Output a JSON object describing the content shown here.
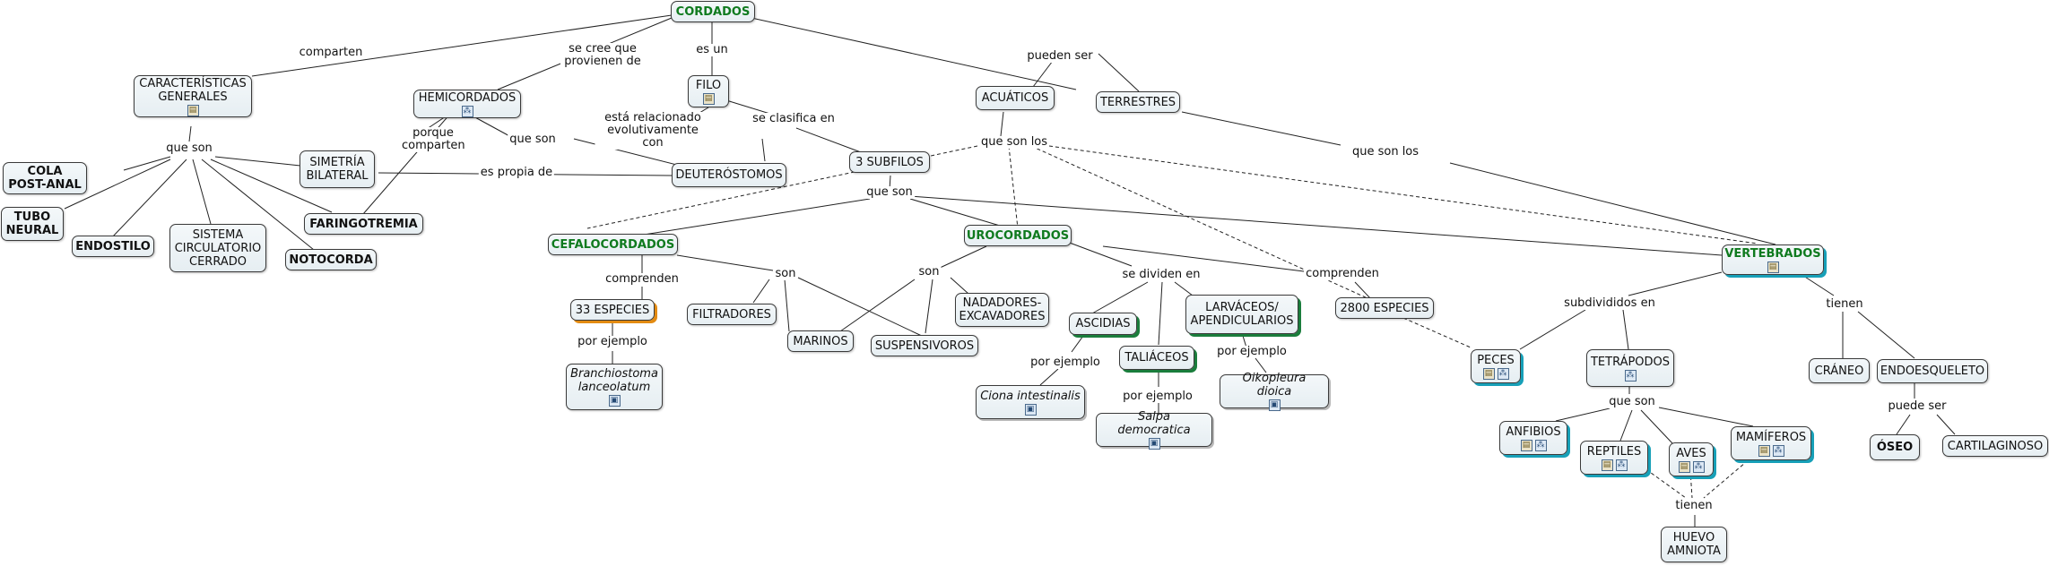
{
  "nodes": {
    "cordados": "CORDADOS",
    "caracteristicas": "CARACTERÍSTICAS GENERALES",
    "hemicordados": "HEMICORDADOS",
    "filo": "FILO",
    "acuaticos": "ACUÁTICOS",
    "terrestres": "TERRESTRES",
    "cola": "COLA POST-ANAL",
    "tubo": "TUBO NEURAL",
    "endostilo": "ENDOSTILO",
    "sistema": "SISTEMA CIRCULATORIO CERRADO",
    "notocorda": "NOTOCORDA",
    "simetria": "SIMETRÍA BILATERAL",
    "faringotremia": "FARINGOTREMIA",
    "deuterostomos": "DEUTERÓSTOMOS",
    "subfilos": "3 SUBFILOS",
    "cefalocordados": "CEFALOCORDADOS",
    "urocordados": "UROCORDADOS",
    "vertebrados": "VERTEBRADOS",
    "especies33": "33 ESPECIES",
    "branchiostoma": "Branchiostoma lanceolatum",
    "filtradores": "FILTRADORES",
    "marinos": "MARINOS",
    "suspensivoros": "SUSPENSIVOROS",
    "nadadores": "NADADORES- EXCAVADORES",
    "ascidias": "ASCIDIAS",
    "taliaceos": "TALIÁCEOS",
    "larvaceos": "LARVÁCEOS/ APENDICULARIOS",
    "ciona": "Ciona intestinalis",
    "salpa": "Salpa democratica",
    "oikopleura": "Oikopleura dioica",
    "especies2800": "2800 ESPECIES",
    "peces": "PECES",
    "tetrapodos": "TETRÁPODOS",
    "anfibios": "ANFIBIOS",
    "reptiles": "REPTILES",
    "aves": "AVES",
    "mamiferos": "MAMÍFEROS",
    "huevo": "HUEVO AMNIOTA",
    "craneo": "CRÁNEO",
    "endoesqueleto": "ENDOESQUELETO",
    "oseo": "ÓSEO",
    "cartilaginoso": "CARTILAGINOSO"
  },
  "labels": {
    "comparten": "comparten",
    "se_cree": "se cree que provienen de",
    "es_un": "es un",
    "pueden_ser": "pueden ser",
    "que_son_car": "que son",
    "porque_comparten": "porque comparten",
    "que_son_hemi": "que son",
    "es_propia_de": "es propia de",
    "relacionado": "está relacionado evolutivamente con",
    "se_clasifica": "se clasifica en",
    "que_son_los": "que son los",
    "que_son_los_terr": "que son los",
    "que_son_sub": "que son",
    "comprenden_cefa": "comprenden",
    "por_ejemplo_cefa": "por ejemplo",
    "son_cefa": "son",
    "son_uro": "son",
    "se_dividen": "se dividen en",
    "comprenden_uro": "comprenden",
    "por_ejemplo_asc": "por ejemplo",
    "por_ejemplo_tal": "por ejemplo",
    "por_ejemplo_lar": "por ejemplo",
    "subdivididos": "subdivididos en",
    "tienen_vert": "tienen",
    "que_son_tetra": "que son",
    "tienen_amnio": "tienen",
    "puede_ser": "puede ser"
  },
  "icons": {
    "doc": "document-icon",
    "img": "image-icon",
    "web": "web-link-icon"
  }
}
